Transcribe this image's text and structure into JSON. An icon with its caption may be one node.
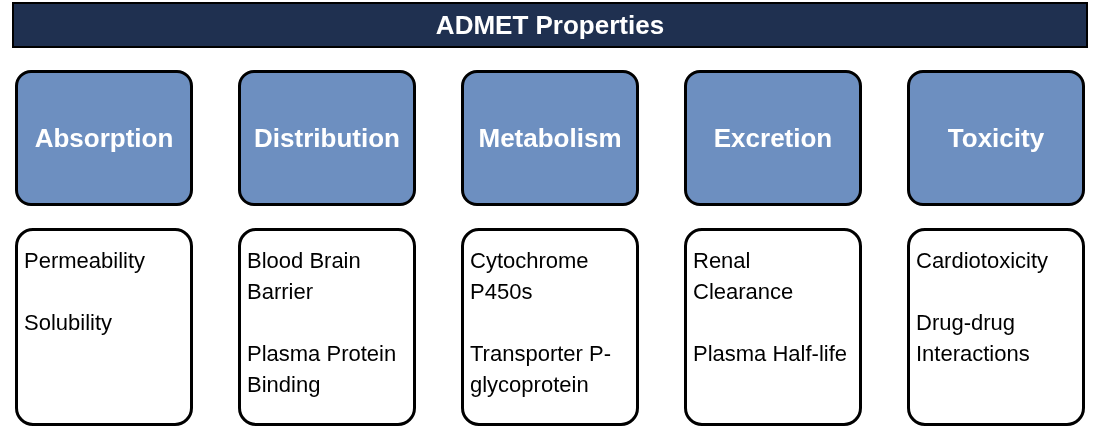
{
  "diagram": {
    "nodes": [
      {
        "text": [
          "ADMET Properties"
        ]
      },
      {
        "text": [
          "Absorption"
        ]
      },
      {
        "text": [
          "Distribution"
        ]
      },
      {
        "text": [
          "Metabolism"
        ]
      },
      {
        "text": [
          "Excretion"
        ]
      },
      {
        "text": [
          "Toxicity"
        ]
      },
      {
        "text": [
          "Permeability",
          "Solubility"
        ]
      },
      {
        "text": [
          "Blood Brain Barrier",
          "Plasma Protein Binding"
        ]
      },
      {
        "text": [
          "Cytochrome P450s",
          "Transporter P-glycoprotein"
        ]
      },
      {
        "text": [
          "Renal Clearance",
          "Plasma Half-life"
        ]
      },
      {
        "text": [
          "Cardiotoxicity",
          "Drug-drug Interactions"
        ]
      }
    ],
    "edges": []
  }
}
